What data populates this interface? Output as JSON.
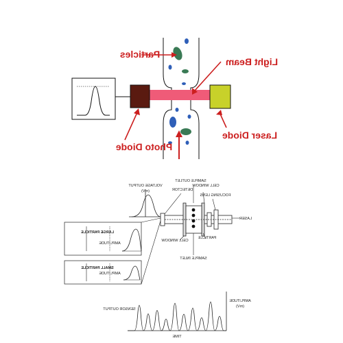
{
  "top_diagram": {
    "labels": {
      "particles": "Particles",
      "light_beam": "Light Beam",
      "photo_diode": "Photo Diode",
      "laser_diode": "Laser Diode"
    },
    "colors": {
      "label_red": "#cc1f1f",
      "beam_pink": "#ef5b78",
      "photo_diode": "#5a1a10",
      "laser_diode": "#c8d12a",
      "particle_green": "#3a7a55",
      "particle_blue": "#2f5fb8"
    }
  },
  "bottom_diagram": {
    "labels": {
      "sample_outlet": "SAMPLE OUTLET",
      "cell_window_top": "CELL WINDOW",
      "detector": "DETECTOR",
      "voltage_output": "VOLTAGE OUTPUT",
      "voltage_unit": "(mV)",
      "focusing_lens": "FOCUSING LENS",
      "laser": "LASER",
      "cell_window_bottom": "CELL WINDOW",
      "particle": "PARTICLE",
      "sample_inlet": "SAMPLE INLET",
      "large_particle": "LARGE PARTICLE",
      "small_particle": "SMALL PARTICLE",
      "amplitude_large": "AMPLITUDE",
      "amplitude_small": "AMPLITUDE",
      "amplitude_axis": "AMPLITUDE",
      "amplitude_unit": "(mV)",
      "sensor_output": "SENSOR OUTPUT",
      "time": "TIME"
    }
  }
}
